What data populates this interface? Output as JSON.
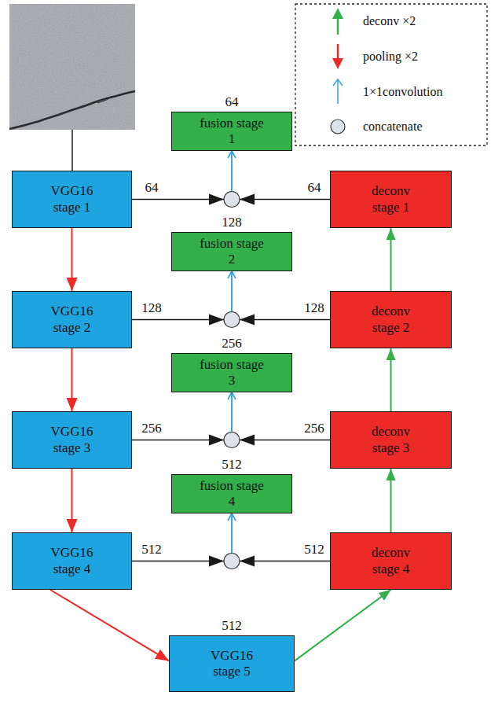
{
  "diagram": {
    "nodes": [
      {
        "text": [
          "fusion stage 1"
        ]
      },
      {
        "text": [
          "VGG16 stage 1"
        ]
      },
      {
        "text": [
          "deconv stage 1"
        ]
      },
      {
        "text": [
          "fusion stage 2"
        ]
      },
      {
        "text": [
          "VGG16 stage 2"
        ]
      },
      {
        "text": [
          "deconv stage 2"
        ]
      },
      {
        "text": [
          "fusion stage 3"
        ]
      },
      {
        "text": [
          "VGG16 stage 3"
        ]
      },
      {
        "text": [
          "deconv stage 3"
        ]
      },
      {
        "text": [
          "fusion stage 4"
        ]
      },
      {
        "text": [
          "VGG16 stage 4"
        ]
      },
      {
        "text": [
          "deconv stage 4"
        ]
      },
      {
        "text": [
          "VGG16 stage 5"
        ]
      }
    ],
    "edges": [
      {
        "from": 1,
        "to": 4,
        "arrow": "to"
      },
      {
        "from": 4,
        "to": 7,
        "arrow": "to"
      },
      {
        "from": 7,
        "to": 10,
        "arrow": "to"
      },
      {
        "from": 10,
        "to": 12,
        "arrow": "to"
      },
      {
        "from": 12,
        "to": 11,
        "arrow": "to"
      },
      {
        "from": 11,
        "to": 8,
        "arrow": "to"
      },
      {
        "from": 8,
        "to": 5,
        "arrow": "to"
      },
      {
        "from": 5,
        "to": 2,
        "arrow": "to"
      },
      {
        "from": 1,
        "to": 0,
        "arrow": "to"
      },
      {
        "from": 2,
        "to": 0,
        "arrow": "to"
      },
      {
        "from": 4,
        "to": 3,
        "arrow": "to"
      },
      {
        "from": 5,
        "to": 3,
        "arrow": "to"
      },
      {
        "from": 7,
        "to": 6,
        "arrow": "to"
      },
      {
        "from": 8,
        "to": 6,
        "arrow": "to"
      },
      {
        "from": 10,
        "to": 9,
        "arrow": "to"
      },
      {
        "from": 11,
        "to": 9,
        "arrow": "to"
      }
    ],
    "labels": [
      "64",
      "64",
      "64",
      "128",
      "128",
      "128",
      "256",
      "256",
      "256",
      "512",
      "512",
      "512",
      "512"
    ],
    "legend": [
      {
        "text": "deconv ×2"
      },
      {
        "text": "pooling ×2"
      },
      {
        "text": "1×1convolution"
      },
      {
        "text": "concatenate"
      }
    ]
  }
}
